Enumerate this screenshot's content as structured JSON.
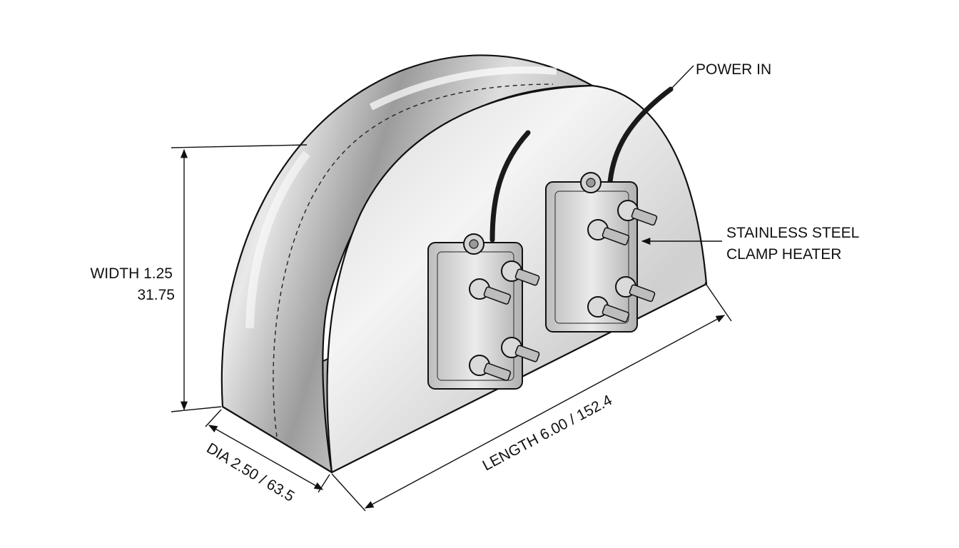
{
  "labels": {
    "power_in": "POWER IN",
    "heater_line1": "STAINLESS STEEL",
    "heater_line2": "CLAMP HEATER",
    "width_line1": "WIDTH 1.25",
    "width_line2": "31.75",
    "dia": "DIA 2.50 / 63.5",
    "length": "LENGTH 6.00 / 152.4"
  },
  "colors": {
    "steel_light": "#f2f2f2",
    "steel_mid": "#c4c4c4",
    "steel_dark": "#8e8e8e",
    "outline": "#111111",
    "cable": "#1a1a1a"
  }
}
